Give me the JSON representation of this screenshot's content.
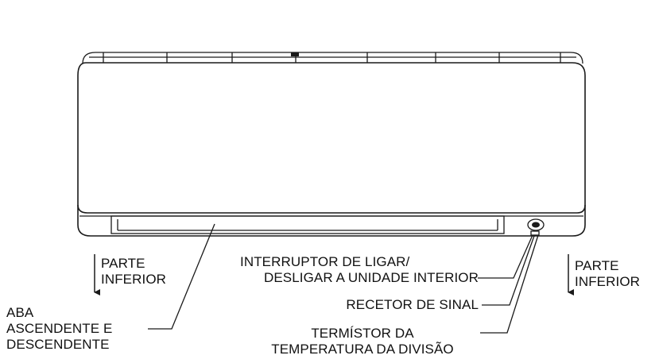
{
  "labels": {
    "bottom_left_line1": "PARTE",
    "bottom_left_line2": "INFERIOR",
    "bottom_right_line1": "PARTE",
    "bottom_right_line2": "INFERIOR",
    "flap_line1": "ABA",
    "flap_line2": "ASCENDENTE E",
    "flap_line3": "DESCENDENTE",
    "switch_line1": "INTERRUPTOR DE LIGAR/",
    "switch_line2": "DESLIGAR A UNIDADE INTERIOR",
    "receiver": "RECETOR DE SINAL",
    "thermistor_line1": "TERMÍSTOR DA",
    "thermistor_line2": "TEMPERATURA DA DIVISÃO"
  },
  "icons": {
    "bottom_arrow": "arrow-down-icon"
  },
  "colors": {
    "line": "#1a1a1a",
    "background": "#ffffff"
  }
}
